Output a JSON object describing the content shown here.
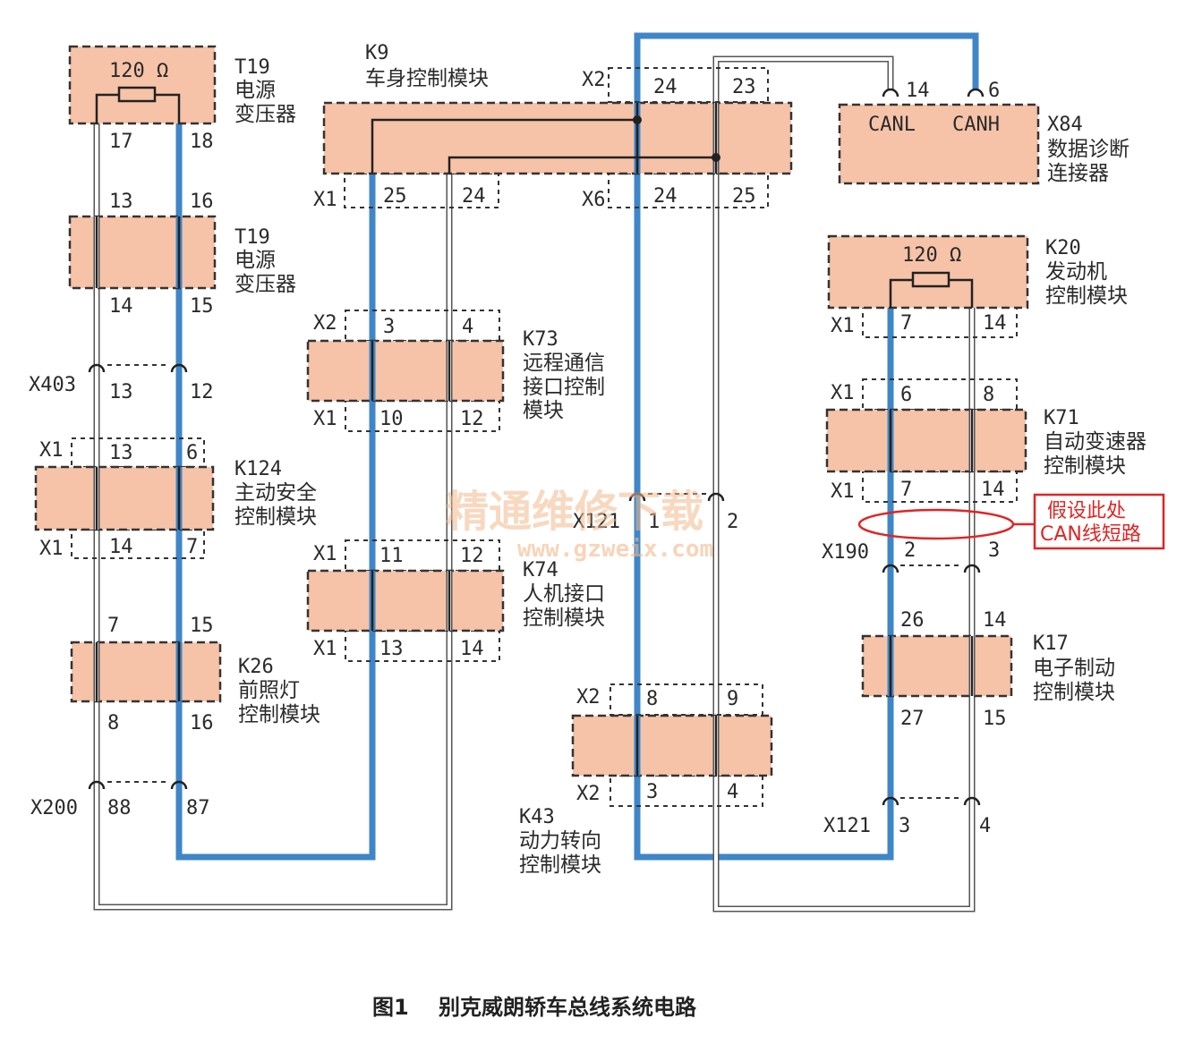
{
  "caption": {
    "figure": "图1",
    "title": "别克威朗轿车总线系统电路"
  },
  "watermark": {
    "cn": "精通维修下载",
    "url": "www.gzweix.com"
  },
  "annotation": {
    "line1": "假设此处",
    "line2": "CAN线短路"
  },
  "colors": {
    "can_high": "#3f86c8",
    "can_low": "#ffffff",
    "module_fill": "#f6c3a8",
    "annotation": "#e02424"
  },
  "modules": {
    "t19a": {
      "code": "T19",
      "name": [
        "电源",
        "变压器"
      ],
      "resistor": "120 Ω",
      "pins": [
        "17",
        "18"
      ]
    },
    "t19b": {
      "code": "T19",
      "name": [
        "电源",
        "变压器"
      ],
      "pins_top": [
        "13",
        "16"
      ],
      "pins_bottom": [
        "14",
        "15"
      ]
    },
    "k9": {
      "code": "K9",
      "name": [
        "车身控制模块"
      ],
      "conn_top": "X2",
      "pins_top": [
        "24",
        "23"
      ],
      "conn_left": "X1",
      "pins_left": [
        "25",
        "24"
      ],
      "conn_right": "X6",
      "pins_right": [
        "24",
        "25"
      ]
    },
    "x84": {
      "code": "X84",
      "name": [
        "数据诊断",
        "连接器"
      ],
      "pin_labels": [
        "CANL",
        "CANH"
      ],
      "pins": [
        "14",
        "6"
      ]
    },
    "k73": {
      "code": "K73",
      "name": [
        "远程通信",
        "接口控制",
        "模块"
      ],
      "conn_top": "X2",
      "pins_top": [
        "3",
        "4"
      ],
      "conn_bottom": "X1",
      "pins_bottom": [
        "10",
        "12"
      ]
    },
    "k124": {
      "code": "K124",
      "name": [
        "主动安全",
        "控制模块"
      ],
      "conn_top": "X1",
      "pins_top": [
        "13",
        "6"
      ],
      "conn_bottom": "X1",
      "pins_bottom": [
        "14",
        "7"
      ]
    },
    "k74": {
      "code": "K74",
      "name": [
        "人机接口",
        "控制模块"
      ],
      "conn_top": "X1",
      "pins_top": [
        "11",
        "12"
      ],
      "conn_bottom": "X1",
      "pins_bottom": [
        "13",
        "14"
      ]
    },
    "k26": {
      "code": "K26",
      "name": [
        "前照灯",
        "控制模块"
      ],
      "pins_top": [
        "7",
        "15"
      ],
      "pins_bottom": [
        "8",
        "16"
      ]
    },
    "k43": {
      "code": "K43",
      "name": [
        "动力转向",
        "控制模块"
      ],
      "conn_top": "X2",
      "pins_top": [
        "8",
        "9"
      ],
      "conn_bottom": "X2",
      "pins_bottom": [
        "3",
        "4"
      ]
    },
    "k20": {
      "code": "K20",
      "name": [
        "发动机",
        "控制模块"
      ],
      "resistor": "120 Ω",
      "conn": "X1",
      "pins": [
        "7",
        "14"
      ]
    },
    "k71": {
      "code": "K71",
      "name": [
        "自动变速器",
        "控制模块"
      ],
      "conn_top": "X1",
      "pins_top": [
        "6",
        "8"
      ],
      "conn_bottom": "X1",
      "pins_bottom": [
        "7",
        "14"
      ]
    },
    "k17": {
      "code": "K17",
      "name": [
        "电子制动",
        "控制模块"
      ],
      "pins_top": [
        "26",
        "14"
      ],
      "pins_bottom": [
        "27",
        "15"
      ]
    }
  },
  "connectors": {
    "x403": {
      "name": "X403",
      "pins": [
        "13",
        "12"
      ]
    },
    "x200": {
      "name": "X200",
      "pins": [
        "88",
        "87"
      ]
    },
    "x121_mid": {
      "name": "X121",
      "pins": [
        "1",
        "2"
      ]
    },
    "x190": {
      "name": "X190",
      "pins": [
        "2",
        "3"
      ]
    },
    "x121_right": {
      "name": "X121",
      "pins": [
        "3",
        "4"
      ]
    }
  }
}
